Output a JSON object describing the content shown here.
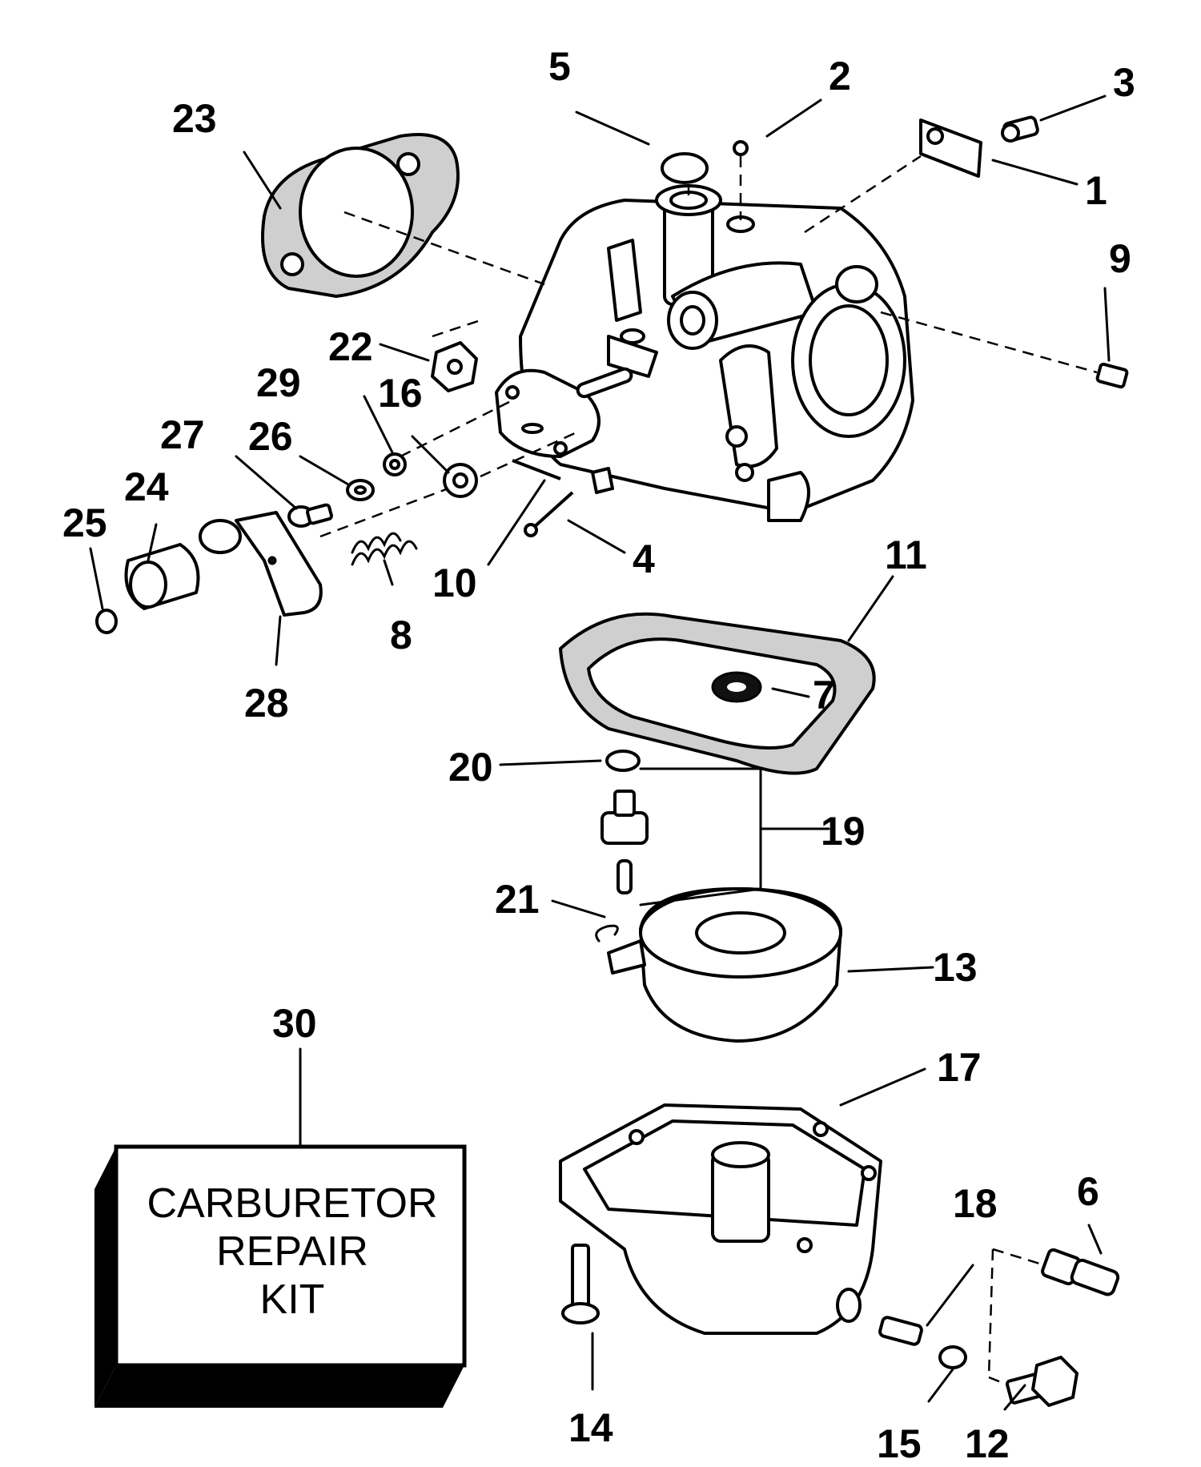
{
  "callouts": [
    {
      "id": "c1",
      "text": "1"
    },
    {
      "id": "c2",
      "text": "2"
    },
    {
      "id": "c3",
      "text": "3"
    },
    {
      "id": "c4",
      "text": "4"
    },
    {
      "id": "c5",
      "text": "5"
    },
    {
      "id": "c6",
      "text": "6"
    },
    {
      "id": "c7",
      "text": "7"
    },
    {
      "id": "c8",
      "text": "8"
    },
    {
      "id": "c9",
      "text": "9"
    },
    {
      "id": "c10",
      "text": "10"
    },
    {
      "id": "c11",
      "text": "11"
    },
    {
      "id": "c12",
      "text": "12"
    },
    {
      "id": "c13",
      "text": "13"
    },
    {
      "id": "c14",
      "text": "14"
    },
    {
      "id": "c15",
      "text": "15"
    },
    {
      "id": "c16",
      "text": "16"
    },
    {
      "id": "c17",
      "text": "17"
    },
    {
      "id": "c18",
      "text": "18"
    },
    {
      "id": "c19",
      "text": "19"
    },
    {
      "id": "c20",
      "text": "20"
    },
    {
      "id": "c21",
      "text": "21"
    },
    {
      "id": "c22",
      "text": "22"
    },
    {
      "id": "c23",
      "text": "23"
    },
    {
      "id": "c24",
      "text": "24"
    },
    {
      "id": "c25",
      "text": "25"
    },
    {
      "id": "c26",
      "text": "26"
    },
    {
      "id": "c27",
      "text": "27"
    },
    {
      "id": "c28",
      "text": "28"
    },
    {
      "id": "c29",
      "text": "29"
    },
    {
      "id": "c30",
      "text": "30"
    }
  ],
  "kit_box": {
    "line1": "CARBURETOR",
    "line2": "REPAIR",
    "line3": "KIT"
  }
}
